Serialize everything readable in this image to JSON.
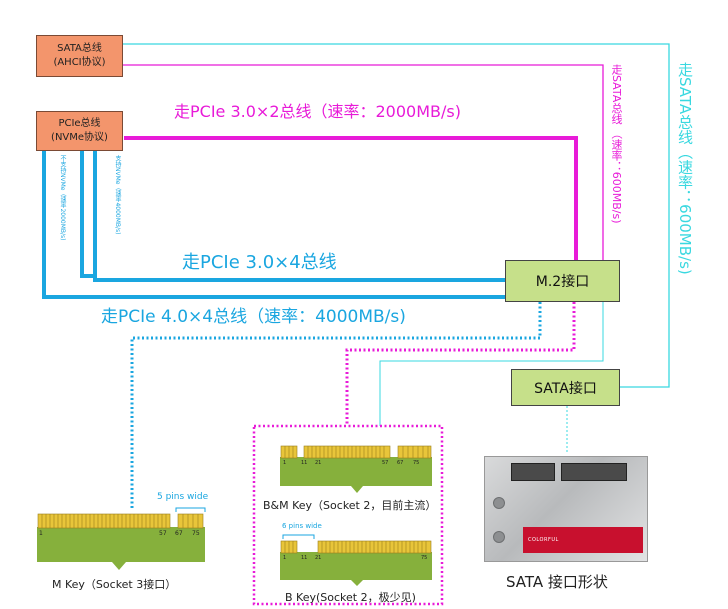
{
  "boxes": {
    "sata_bus_line1": "SATA总线",
    "sata_bus_line2": "(AHCI协议)",
    "pcie_bus_line1": "PCIe总线",
    "pcie_bus_line2": "(NVMe协议)",
    "m2_port": "M.2接口",
    "sata_port": "SATA接口"
  },
  "routes": {
    "pcie3x2": "走PCIe 3.0×2总线（速率：2000MB/s)",
    "pcie3x4": "走PCIe 3.0×4总线",
    "pcie4x4": "走PCIe 4.0×4总线（速率：4000MB/s)",
    "sata_to_m2": "走SATA总线 （速率：600MB/s)",
    "sata_to_sata": "走SATA总线（速率：600MB/s)",
    "no_nvme": "不支持NVMe（速率2000MB/s)",
    "nvme": "支持NVMe（速率4000MB/s)"
  },
  "keys": {
    "m_key": {
      "caption": "M Key（Socket 3接口）",
      "pins_note": "5 pins wide",
      "pin_numbers": [
        "1",
        "57",
        "67",
        "75"
      ]
    },
    "bm_key": {
      "caption": "B&M Key（Socket 2，目前主流）",
      "pin_numbers": [
        "1",
        "11",
        "21",
        "57",
        "67",
        "75"
      ]
    },
    "b_key": {
      "caption": "B Key(Socket 2，极少见)",
      "pins_note": "6 pins wide",
      "pin_numbers": [
        "1",
        "11",
        "21",
        "75"
      ]
    },
    "sata_shape": {
      "caption": "SATA 接口形状",
      "brand": "COLORFUL"
    }
  },
  "colors": {
    "pcie": "#1aa6e0",
    "magenta": "#e81bd8",
    "sata_line": "#39d8e0",
    "box_orange": "#f3956c",
    "box_green": "#c6e08a",
    "board_green": "#86b03c",
    "gold_pin": "#e8c53a"
  }
}
